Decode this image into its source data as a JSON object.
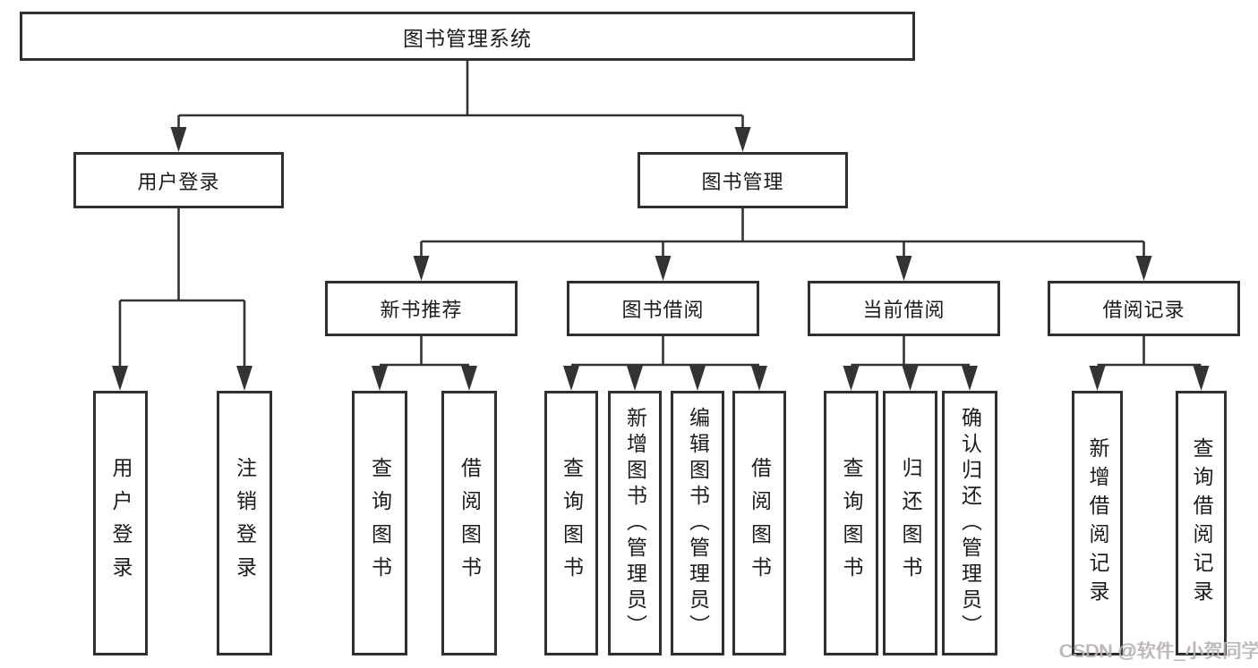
{
  "colors": {
    "line": "#333333",
    "border": "#2f2f2f",
    "text": "#1c1c1c",
    "watermark": "#b5b5b5",
    "bg": "#ffffff"
  },
  "tree": {
    "root": {
      "label": "图书管理系统",
      "children": [
        {
          "label": "用户登录",
          "children": [
            {
              "label": "用户登录"
            },
            {
              "label": "注销登录"
            }
          ]
        },
        {
          "label": "图书管理",
          "children": [
            {
              "label": "新书推荐",
              "children": [
                {
                  "label": "查询图书"
                },
                {
                  "label": "借阅图书"
                }
              ]
            },
            {
              "label": "图书借阅",
              "children": [
                {
                  "label": "查询图书"
                },
                {
                  "label": "新增图书（管理员）"
                },
                {
                  "label": "编辑图书（管理员）"
                },
                {
                  "label": "借阅图书"
                }
              ]
            },
            {
              "label": "当前借阅",
              "children": [
                {
                  "label": "查询图书"
                },
                {
                  "label": "归还图书"
                },
                {
                  "label": "确认归还（管理员）"
                }
              ]
            },
            {
              "label": "借阅记录",
              "children": [
                {
                  "label": "新增借阅记录"
                },
                {
                  "label": "查询借阅记录"
                }
              ]
            }
          ]
        }
      ]
    }
  },
  "watermark": {
    "text": "CSDN @软件_小贺同学"
  }
}
